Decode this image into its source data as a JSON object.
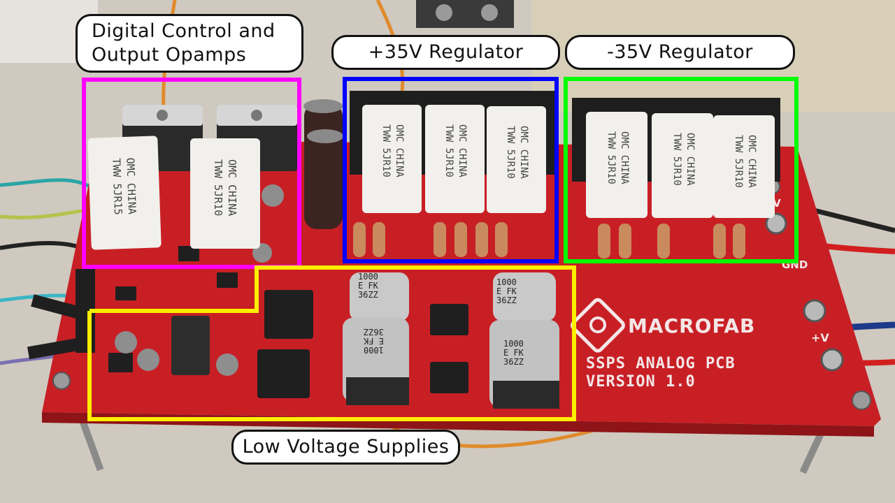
{
  "labels": {
    "digital": {
      "line1": "Digital Control and",
      "line2": "Output Opamps"
    },
    "pos_reg": "+35V Regulator",
    "neg_reg": "-35V Regulator",
    "low_volt": "Low Voltage Supplies"
  },
  "frames": {
    "digital_color": "#ff00ff",
    "pos_reg_color": "#0000ff",
    "neg_reg_color": "#00ff00",
    "low_volt_color": "#ffee00"
  },
  "board": {
    "brand": "MACROFAB",
    "title": "SSPS ANALOG PCB",
    "version": "VERSION 1.0",
    "resistor_text_1": "OMC CHINA",
    "resistor_text_2": "TWW 5JR10",
    "resistor_text_opamp": "TWW 5JR15",
    "cap_text_1": "1000",
    "cap_text_2": "E FK",
    "cap_text_3": "36ZZ",
    "pin_neg": "-V",
    "pin_gnd": "GND",
    "pin_pos": "+V"
  },
  "colors": {
    "pcb_red": "#c81f25",
    "pcb_dark": "#8e1417",
    "silkscreen": "#f3e6e6"
  }
}
